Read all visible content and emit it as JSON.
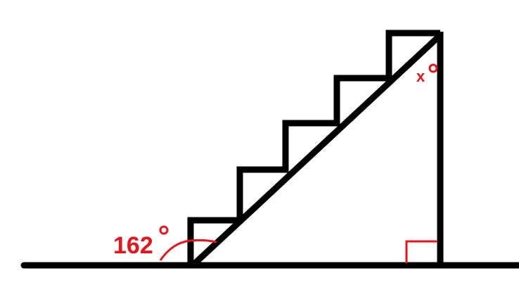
{
  "diagram": {
    "labels": {
      "given_angle_value": "162",
      "unknown_angle_variable": "x",
      "degree_symbol": "°"
    },
    "colors": {
      "line": "#000000",
      "annotation": "#e8141c",
      "background": "#ffffff"
    },
    "staircase": {
      "step_count": 5
    },
    "right_angle_marker": true
  }
}
